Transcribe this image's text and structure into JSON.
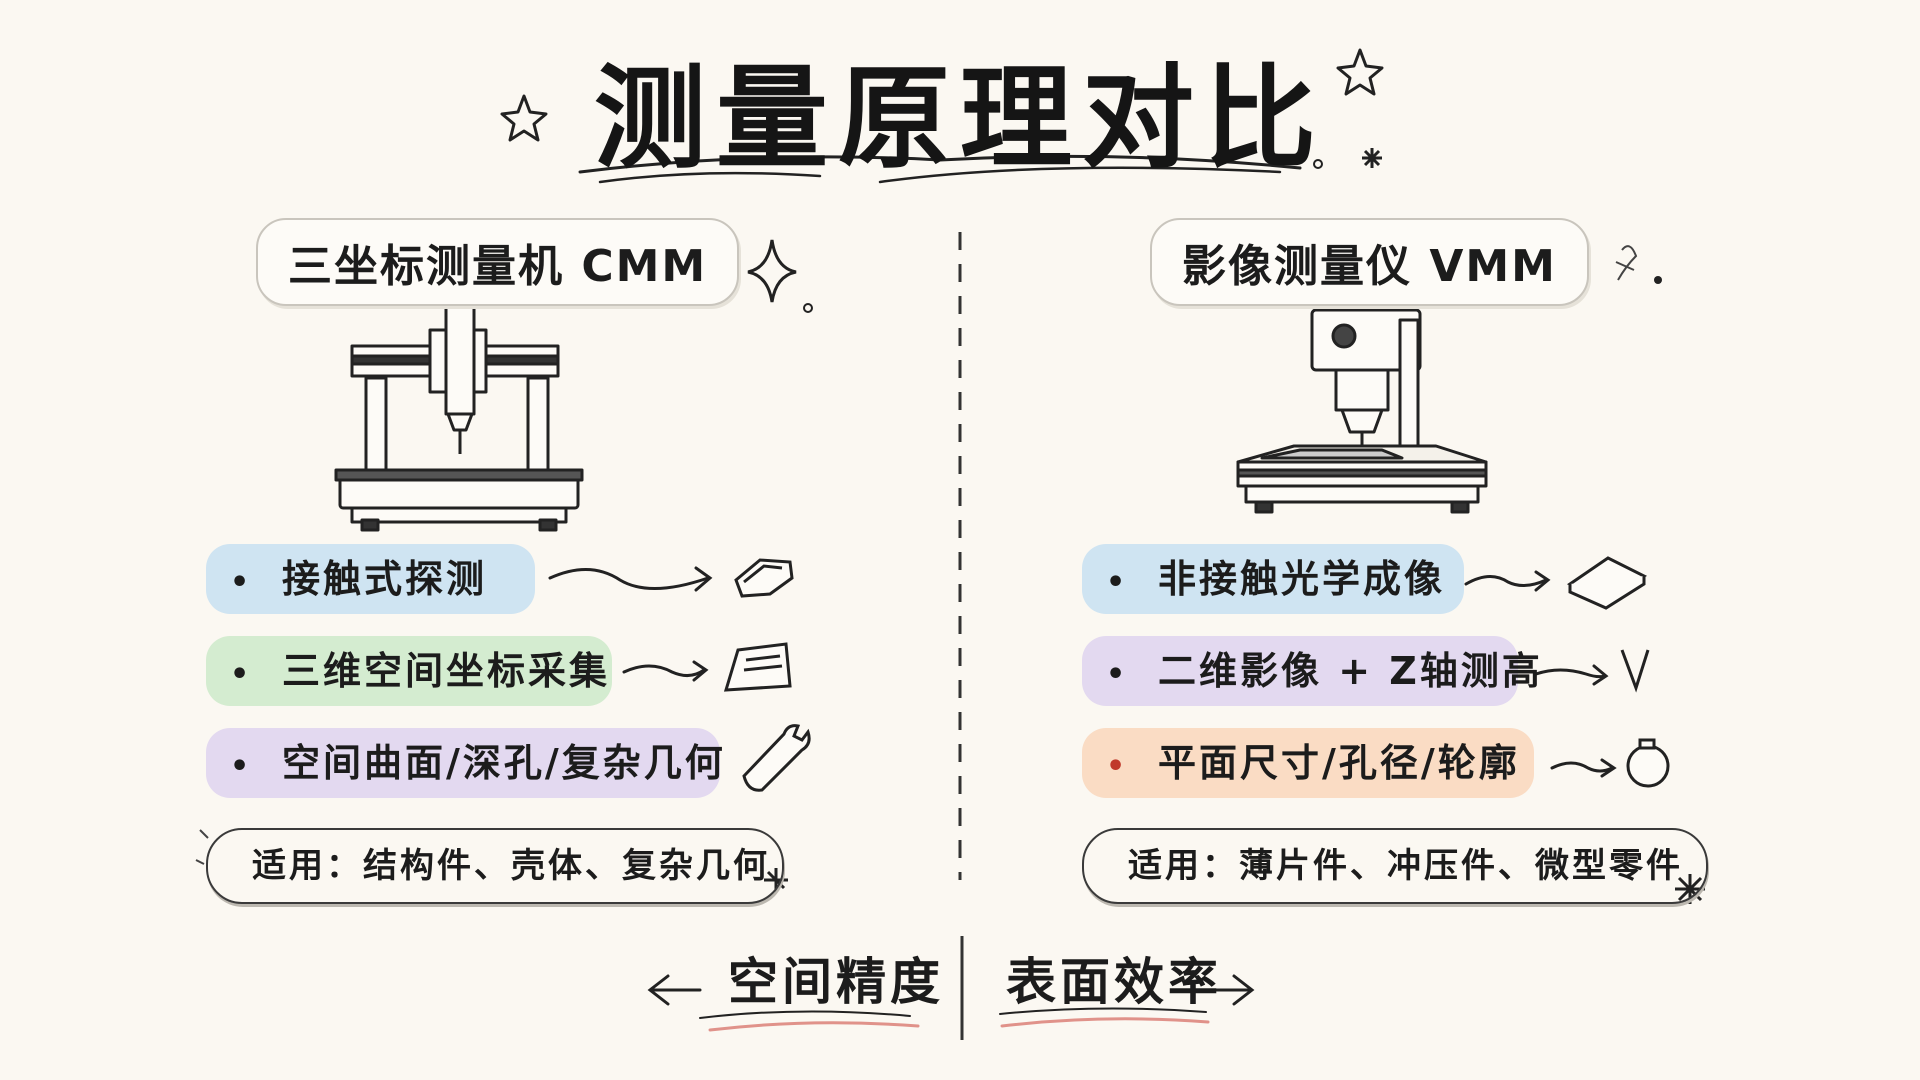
{
  "title": "测量原理对比",
  "left": {
    "heading": "三坐标测量机 CMM",
    "items": [
      {
        "text": "接触式探测",
        "color": "#cfe4f2",
        "icon": "probe-part-icon"
      },
      {
        "text": "三维空间坐标采集",
        "color": "#d4ecd0",
        "icon": "data-tablet-icon"
      },
      {
        "text": "空间曲面/深孔/复杂几何",
        "color": "#e3d9f0",
        "icon": "wrench-icon"
      }
    ],
    "usage": "适用：结构件、壳体、复杂几何",
    "machine_icon": "gantry-cmm-icon"
  },
  "right": {
    "heading": "影像测量仪 VMM",
    "items": [
      {
        "text": "非接触光学成像",
        "color": "#cfe4f2",
        "icon": "flat-plate-icon"
      },
      {
        "text": "二维影像 + Z轴测高",
        "color": "#e3d9f0",
        "icon": "v-mark-icon"
      },
      {
        "text": "平面尺寸/孔径/轮廓",
        "color": "#fadcc4",
        "icon": "round-part-icon"
      }
    ],
    "usage": "适用：薄片件、冲压件、微型零件",
    "machine_icon": "vision-measuring-machine-icon"
  },
  "bottom": {
    "left_label": "空间精度",
    "right_label": "表面效率"
  },
  "colors": {
    "background": "#fbf8f2",
    "ink": "#1c1c1c",
    "underline": "#e0928a",
    "bullet_orange": "#c0392b"
  }
}
